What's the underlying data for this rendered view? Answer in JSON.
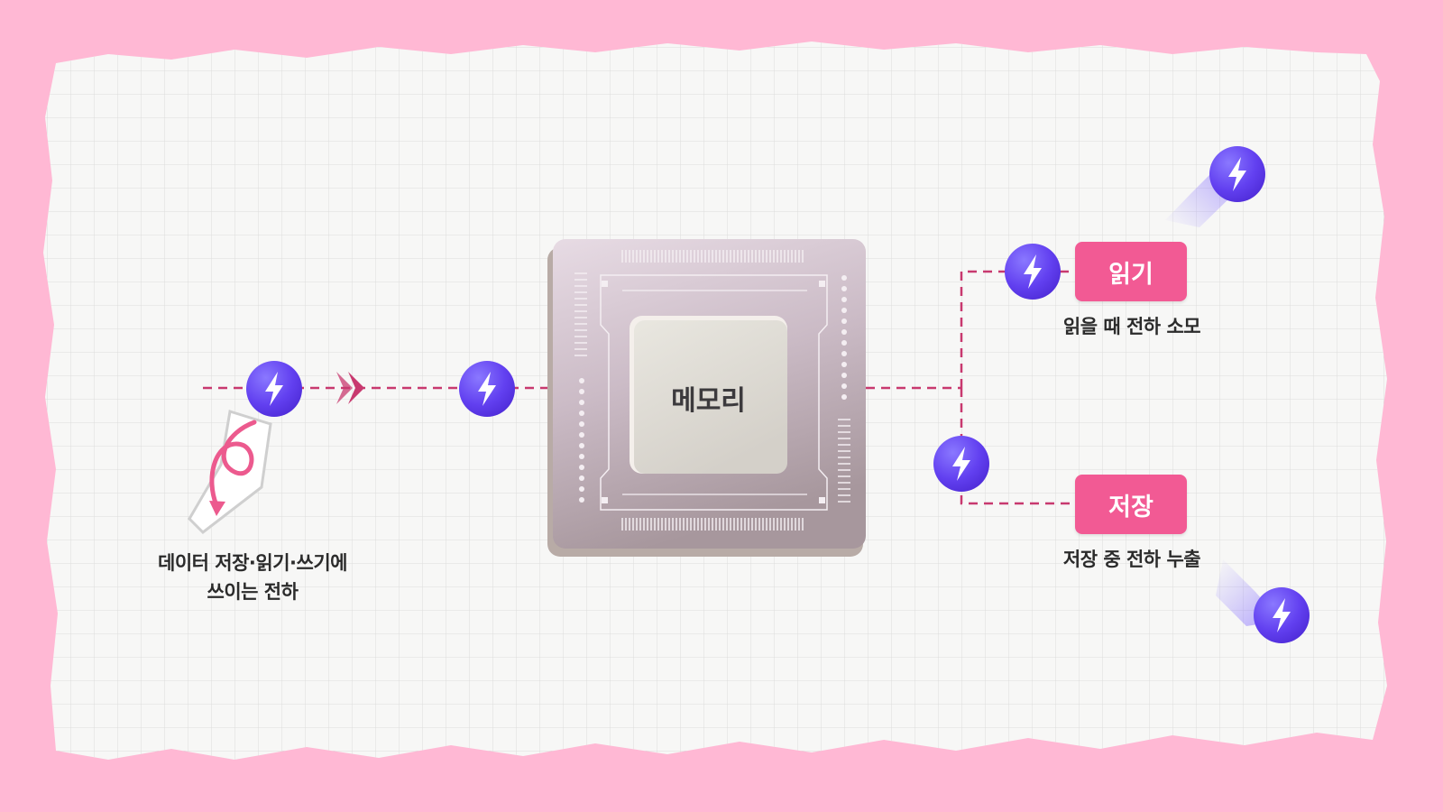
{
  "memory_label": "메모리",
  "left_caption": [
    "데이터 저장·읽기·쓰기에",
    "쓰이는 전하"
  ],
  "read": {
    "tag": "읽기",
    "caption": "읽을 때 전하 소모"
  },
  "store": {
    "tag": "저장",
    "caption": "저장 중 전하 누출"
  },
  "icons": {
    "charge": "lightning-bolt-icon"
  },
  "colors": {
    "background": "#ffb8d4",
    "paper": "#f7f7f6",
    "tag": "#f25a94",
    "charge": "#6a4bf5",
    "line": "#c8396f"
  }
}
